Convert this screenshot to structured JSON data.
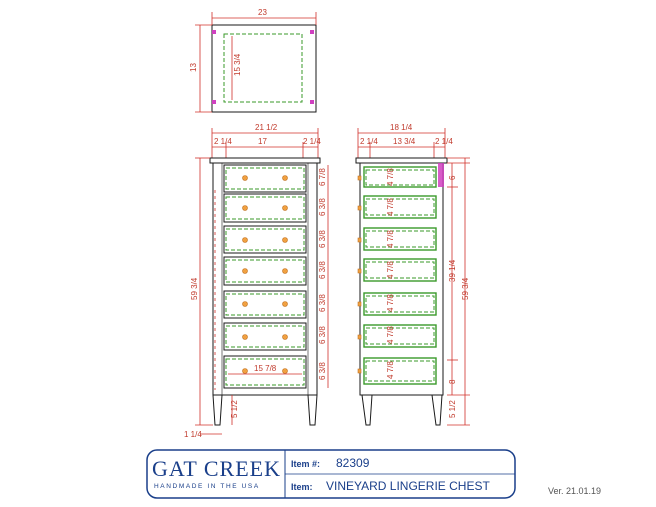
{
  "top_view": {
    "width_label": "23",
    "depth_label": "13",
    "inner_label": "15 3/4"
  },
  "front_view": {
    "overall_width": "21 1/2",
    "left_side": "2 1/4",
    "center": "17",
    "right_side": "2 1/4",
    "height": "59 3/4",
    "leg_height": "5 1/2",
    "leg_offset": "1 1/4",
    "drawer_width": "15 7/8",
    "drawer_heights": [
      "6 7/8",
      "6 3/8",
      "6 3/8",
      "6 3/8",
      "6 3/8",
      "6 3/8",
      "6 3/8"
    ]
  },
  "side_view": {
    "overall_depth": "18 1/4",
    "left": "2 1/4",
    "center": "13 3/4",
    "right": "2 1/4",
    "top_spacing": "6",
    "bottom_spacing": "8",
    "inner_height": "39 1/4",
    "overall_height": "59 3/4",
    "leg_height": "5 1/2",
    "drawer_heights": [
      "4 7/8",
      "4 7/8",
      "4 7/8",
      "4 7/8",
      "4 7/8",
      "4 7/8",
      "4 7/8"
    ]
  },
  "title_block": {
    "logo_main": "GAT CREEK",
    "logo_sub": "HANDMADE IN THE USA",
    "item_no_label": "Item #:",
    "item_no": "82309",
    "item_label": "Item:",
    "item_name": "VINEYARD LINGERIE CHEST",
    "version": "Ver. 21.01.19"
  },
  "colors": {
    "dimension": "#d0302a",
    "drawer": "#3a9a2a",
    "brand": "#1a3f8a",
    "knob": "#f0a040"
  }
}
